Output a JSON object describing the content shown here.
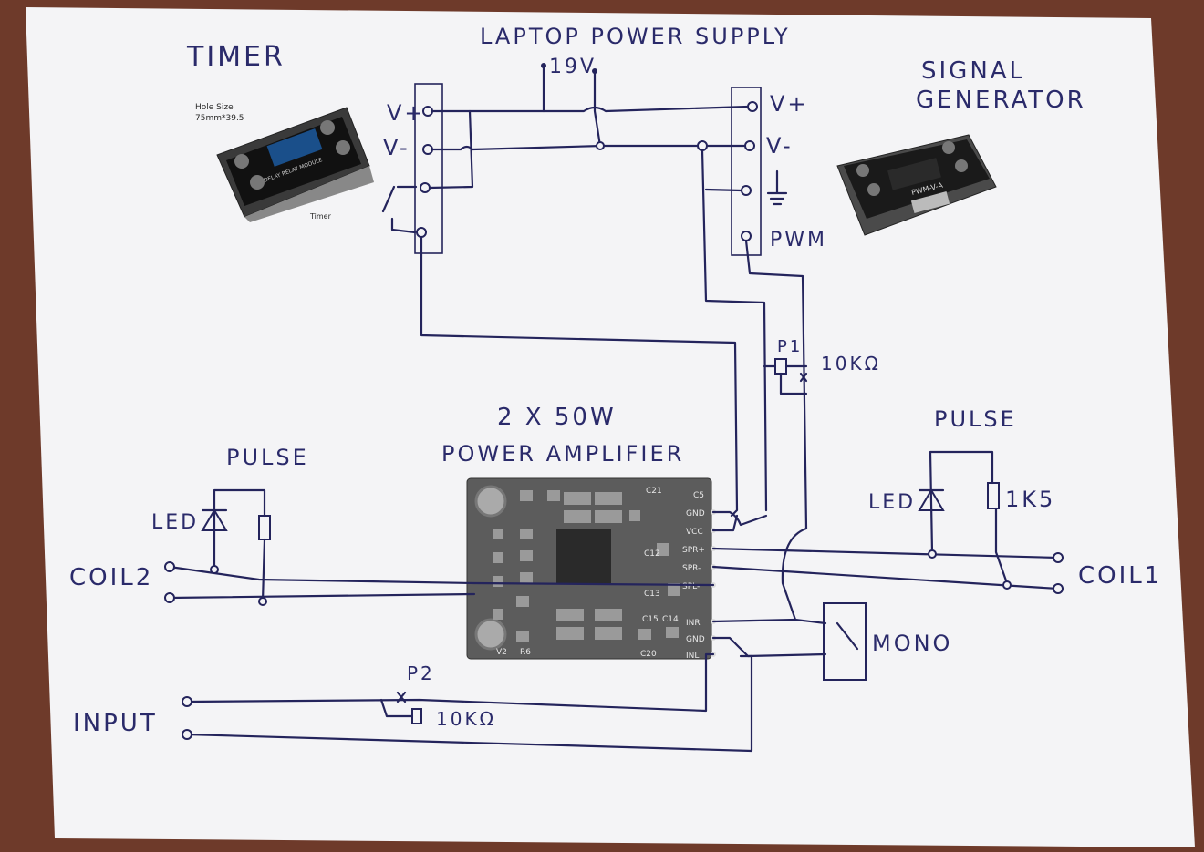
{
  "title": "LAPTOP POWER SUPPLY",
  "supply_voltage": "19V",
  "timer": {
    "label": "TIMER",
    "pins": [
      "V+",
      "V-"
    ],
    "device_display": "DELAY RELAY MODULE",
    "device_caption_1": "Hole Size",
    "device_caption_2": "75mm*39.5",
    "device_bottom": "Timer"
  },
  "signal_generator": {
    "label_line1": "SIGNAL",
    "label_line2": "GENERATOR",
    "pins": [
      "V+",
      "V-",
      "PWM"
    ],
    "device_display": "PWM-V-A"
  },
  "amplifier": {
    "label_line1": "2 X 50W",
    "label_line2": "POWER AMPLIFIER",
    "pins": [
      "GND",
      "VCC",
      "SPR+",
      "SPR-",
      "SPL-",
      "INR",
      "GND",
      "INL"
    ],
    "parts": [
      "C21",
      "C12",
      "C13",
      "C15",
      "C14",
      "C20",
      "C5",
      "R6",
      "V2"
    ]
  },
  "p1": {
    "label": "P1",
    "value": "10KΩ"
  },
  "p2": {
    "label": "P2",
    "value": "10KΩ"
  },
  "pulse_left": {
    "label": "PULSE",
    "led": "LED"
  },
  "pulse_right": {
    "label": "PULSE",
    "led": "LED",
    "resistor": "1K5"
  },
  "coil_left": "COIL2",
  "coil_right": "COIL1",
  "mono": "MONO",
  "input": "INPUT"
}
